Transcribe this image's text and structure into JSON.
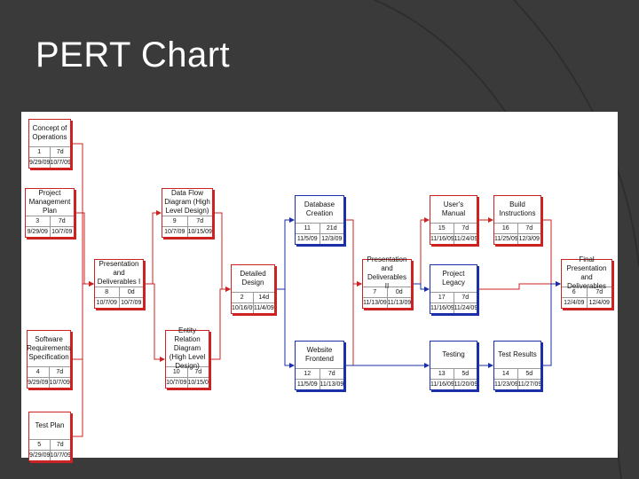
{
  "slide": {
    "title": "PERT Chart"
  },
  "colors": {
    "critical": "#cc2222",
    "noncritical": "#1a2fa8",
    "background": "#3a3a3a"
  },
  "nodes": [
    {
      "id": "n1",
      "name": "Concept of Operations",
      "num": "1",
      "dur": "7d",
      "start": "9/29/09",
      "finish": "10/7/09",
      "critical": true
    },
    {
      "id": "n3",
      "name": "Project Management Plan",
      "num": "3",
      "dur": "7d",
      "start": "9/29/09",
      "finish": "10/7/09",
      "critical": true
    },
    {
      "id": "n4",
      "name": "Software Requirements Specification",
      "num": "4",
      "dur": "7d",
      "start": "9/29/09",
      "finish": "10/7/09",
      "critical": true
    },
    {
      "id": "n5",
      "name": "Test Plan",
      "num": "5",
      "dur": "7d",
      "start": "9/29/09",
      "finish": "10/7/09",
      "critical": true
    },
    {
      "id": "n8",
      "name": "Presentation and Deliverables I",
      "num": "8",
      "dur": "0d",
      "start": "10/7/09",
      "finish": "10/7/09",
      "critical": true
    },
    {
      "id": "n9",
      "name": "Data Flow Diagram (High Level Design)",
      "num": "9",
      "dur": "7d",
      "start": "10/7/09",
      "finish": "10/15/09",
      "critical": true
    },
    {
      "id": "n10",
      "name": "Entity Relation Diagram (High Level Design)",
      "num": "10",
      "dur": "7d",
      "start": "10/7/09",
      "finish": "10/15/09",
      "critical": true
    },
    {
      "id": "n2",
      "name": "Detailed Design",
      "num": "2",
      "dur": "14d",
      "start": "10/16/09",
      "finish": "11/4/09",
      "critical": true
    },
    {
      "id": "n11",
      "name": "Database Creation",
      "num": "11",
      "dur": "21d",
      "start": "11/5/09",
      "finish": "12/3/09",
      "critical": false
    },
    {
      "id": "n12",
      "name": "Website Frontend",
      "num": "12",
      "dur": "7d",
      "start": "11/5/09",
      "finish": "11/13/09",
      "critical": false
    },
    {
      "id": "n7",
      "name": "Presentation and Deliverables II",
      "num": "7",
      "dur": "0d",
      "start": "11/13/09",
      "finish": "11/13/09",
      "critical": true
    },
    {
      "id": "n15",
      "name": "User's Manual",
      "num": "15",
      "dur": "7d",
      "start": "11/16/09",
      "finish": "11/24/09",
      "critical": true
    },
    {
      "id": "n17",
      "name": "Project Legacy",
      "num": "17",
      "dur": "7d",
      "start": "11/16/09",
      "finish": "11/24/09",
      "critical": false
    },
    {
      "id": "n13",
      "name": "Testing",
      "num": "13",
      "dur": "5d",
      "start": "11/16/09",
      "finish": "11/20/09",
      "critical": false
    },
    {
      "id": "n16",
      "name": "Build Instructions",
      "num": "16",
      "dur": "7d",
      "start": "11/25/09",
      "finish": "12/3/09",
      "critical": true
    },
    {
      "id": "n14",
      "name": "Test Results",
      "num": "14",
      "dur": "5d",
      "start": "11/23/09",
      "finish": "11/27/09",
      "critical": false
    },
    {
      "id": "n6",
      "name": "Final Presentation and Deliverables",
      "num": "6",
      "dur": "7d",
      "start": "12/4/09",
      "finish": "12/4/09",
      "critical": true
    }
  ],
  "edges": [
    {
      "from": "n1",
      "to": "n8",
      "critical": true
    },
    {
      "from": "n3",
      "to": "n8",
      "critical": true
    },
    {
      "from": "n4",
      "to": "n8",
      "critical": true
    },
    {
      "from": "n5",
      "to": "n8",
      "critical": true
    },
    {
      "from": "n8",
      "to": "n9",
      "critical": true
    },
    {
      "from": "n8",
      "to": "n10",
      "critical": true
    },
    {
      "from": "n9",
      "to": "n2",
      "critical": true
    },
    {
      "from": "n10",
      "to": "n2",
      "critical": true
    },
    {
      "from": "n2",
      "to": "n11",
      "critical": false
    },
    {
      "from": "n2",
      "to": "n12",
      "critical": false
    },
    {
      "from": "n11",
      "to": "n7",
      "critical": true
    },
    {
      "from": "n12",
      "to": "n7",
      "critical": true
    },
    {
      "from": "n7",
      "to": "n15",
      "critical": true
    },
    {
      "from": "n7",
      "to": "n17",
      "critical": false
    },
    {
      "from": "n12",
      "to": "n13",
      "critical": false
    },
    {
      "from": "n15",
      "to": "n16",
      "critical": true
    },
    {
      "from": "n13",
      "to": "n14",
      "critical": false
    },
    {
      "from": "n16",
      "to": "n6",
      "critical": true
    },
    {
      "from": "n17",
      "to": "n6",
      "critical": true
    },
    {
      "from": "n14",
      "to": "n6",
      "critical": false
    }
  ]
}
